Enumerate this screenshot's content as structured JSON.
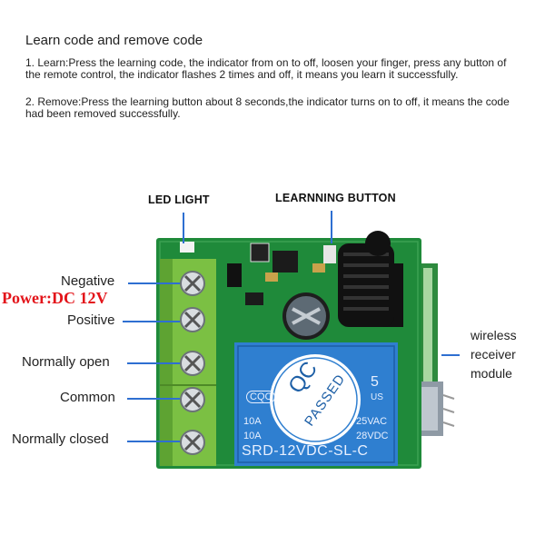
{
  "header": {
    "title": "Learn code and remove code",
    "step1": "1. Learn:Press the learning code, the indicator from on to off, loosen your finger, press any button of the remote control, the indicator flashes 2 times and off, it means you learn it successfully.",
    "step2": "2. Remove:Press the learning button about 8 seconds,the indicator turns on to off, it means the code had been removed successfully."
  },
  "labels": {
    "led_light": "LED LIGHT",
    "learning_button": "LEARNNING BUTTON",
    "negative": "Negative",
    "power": "Power:DC 12V",
    "positive": "Positive",
    "normally_open": "Normally open",
    "common": "Common",
    "normally_closed": "Normally closed",
    "wireless_line1": "wireless",
    "wireless_line2": "receiver",
    "wireless_line3": "module"
  },
  "relay": {
    "brand": "CQC",
    "qc_line1": "QC",
    "qc_line2": "PASSED",
    "number": "5",
    "country": "US",
    "rating1_left": "10A",
    "rating1_right": "25VAC",
    "rating2_left": "10A",
    "rating2_right": "28VDC",
    "model": "SRD-12VDC-SL-C"
  },
  "colors": {
    "accent_line": "#2e6fd1",
    "power_text": "#e3141a",
    "pcb": "#1f8a3a",
    "terminal": "#7bc043",
    "relay": "#2f7fd0"
  }
}
